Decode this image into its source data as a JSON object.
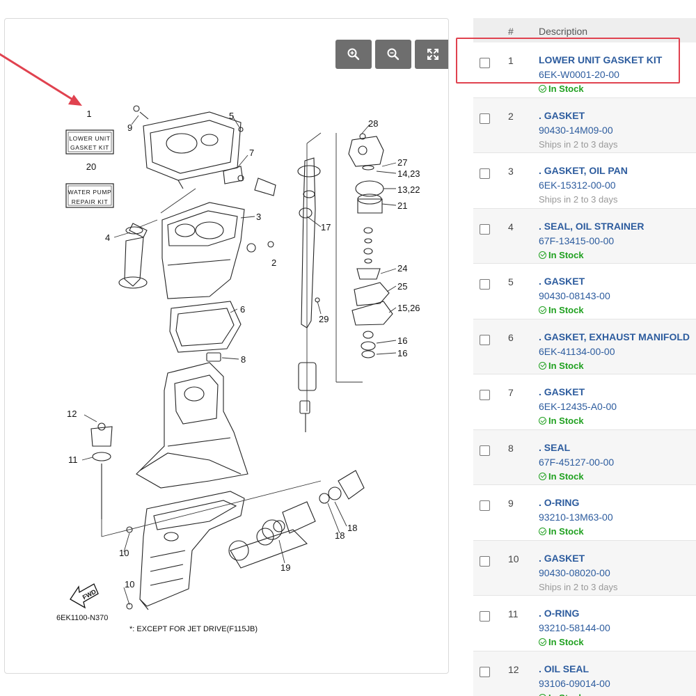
{
  "diagram": {
    "code": "6EK1100-N370",
    "footnote": "*: EXCEPT FOR JET DRIVE(F115JB)",
    "fwd_label": "FWD",
    "kits": [
      {
        "number": "1",
        "line1": "LOWER UNIT",
        "line2": "GASKET KIT"
      },
      {
        "number": "20",
        "line1": "WATER PUMP",
        "line2": "REPAIR KIT"
      }
    ],
    "callouts": [
      "9",
      "5",
      "7",
      "3",
      "4",
      "2",
      "6",
      "8",
      "12",
      "11",
      "10",
      "10",
      "17",
      "28",
      "27",
      "14,23",
      "13,22",
      "21",
      "24",
      "25",
      "15,26",
      "16",
      "16",
      "29",
      "18",
      "18",
      "19"
    ],
    "zoom_in_icon": "zoom-in-icon",
    "zoom_out_icon": "zoom-out-icon",
    "fullscreen_icon": "fullscreen-icon"
  },
  "table": {
    "col_number": "#",
    "col_description": "Description",
    "rows": [
      {
        "num": "1",
        "name": "LOWER UNIT GASKET KIT",
        "part_number": "6EK-W0001-20-00",
        "stock": "In Stock",
        "in_stock": true
      },
      {
        "num": "2",
        "name": ". GASKET",
        "part_number": "90430-14M09-00",
        "stock": "Ships in 2 to 3 days",
        "in_stock": false
      },
      {
        "num": "3",
        "name": ". GASKET, OIL PAN",
        "part_number": "6EK-15312-00-00",
        "stock": "Ships in 2 to 3 days",
        "in_stock": false
      },
      {
        "num": "4",
        "name": ". SEAL, OIL STRAINER",
        "part_number": "67F-13415-00-00",
        "stock": "In Stock",
        "in_stock": true
      },
      {
        "num": "5",
        "name": ". GASKET",
        "part_number": "90430-08143-00",
        "stock": "In Stock",
        "in_stock": true
      },
      {
        "num": "6",
        "name": ". GASKET, EXHAUST MANIFOLD",
        "part_number": "6EK-41134-00-00",
        "stock": "In Stock",
        "in_stock": true
      },
      {
        "num": "7",
        "name": ". GASKET",
        "part_number": "6EK-12435-A0-00",
        "stock": "In Stock",
        "in_stock": true
      },
      {
        "num": "8",
        "name": ". SEAL",
        "part_number": "67F-45127-00-00",
        "stock": "In Stock",
        "in_stock": true
      },
      {
        "num": "9",
        "name": ". O-RING",
        "part_number": "93210-13M63-00",
        "stock": "In Stock",
        "in_stock": true
      },
      {
        "num": "10",
        "name": ". GASKET",
        "part_number": "90430-08020-00",
        "stock": "Ships in 2 to 3 days",
        "in_stock": false
      },
      {
        "num": "11",
        "name": ". O-RING",
        "part_number": "93210-58144-00",
        "stock": "In Stock",
        "in_stock": true
      },
      {
        "num": "12",
        "name": ". OIL SEAL",
        "part_number": "93106-09014-00",
        "stock": "In Stock",
        "in_stock": true
      }
    ]
  },
  "colors": {
    "link": "#2d5c9e",
    "in_stock": "#1fa01f",
    "ships": "#999999",
    "highlight": "#e0424f",
    "zoom_button": "#6e6e6e"
  }
}
